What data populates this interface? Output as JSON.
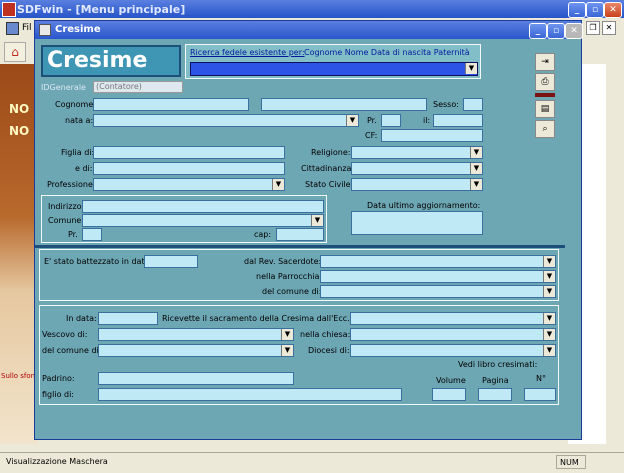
{
  "app": {
    "title": "SDFwin - [Menu principale]",
    "menu_file": "Fil",
    "bg_text_1": "NO",
    "bg_text_2": "NO",
    "bg_caption": "Sullo sfon"
  },
  "form": {
    "title": "Cresime",
    "logo": "Cresime",
    "search": {
      "label": "Ricerca fedele esistente per:",
      "hint": "Cognome Nome Data di nascita Paternità"
    },
    "id_label": "IDGenerale",
    "id_value": "(Contatore)",
    "person": {
      "cognome": "Cognome:",
      "sesso": "Sesso:",
      "nata_a": "nata a:",
      "pr": "Pr.",
      "il": "il:",
      "cf": "CF:",
      "figlia_di": "Figlia di:",
      "e_di": "e di:",
      "professione": "Professione:",
      "religione": "Religione:",
      "cittadinanza": "Cittadinanza:",
      "stato_civile": "Stato Civile:"
    },
    "address": {
      "indirizzo": "Indirizzo:",
      "comune": "Comune:",
      "pr": "Pr.",
      "cap": "cap:",
      "ultimo_agg": "Data ultimo aggiornamento:"
    },
    "baptism": {
      "battezzato": "E' stato battezzato in data:",
      "sacerdote": "dal Rev. Sacerdote:",
      "parrocchia": "nella Parrocchia:",
      "comune": "del comune di:"
    },
    "confirmation": {
      "in_data": "In data:",
      "ricevette": "Ricevette il sacramento della Cresima dall'Ecc.mo :",
      "vescovo": "Vescovo di:",
      "chiesa": "nella chiesa:",
      "comune": "del comune di:",
      "diocesi": "Diocesi di:",
      "vedi_libro": "Vedi libro cresimati:",
      "padrino": "Padrino:",
      "figlio_di": "figlio di:",
      "volume": "Volume",
      "pagina": "Pagina",
      "numero": "N°"
    }
  },
  "status": {
    "text": "Visualizzazione Maschera",
    "num": "NUM"
  }
}
